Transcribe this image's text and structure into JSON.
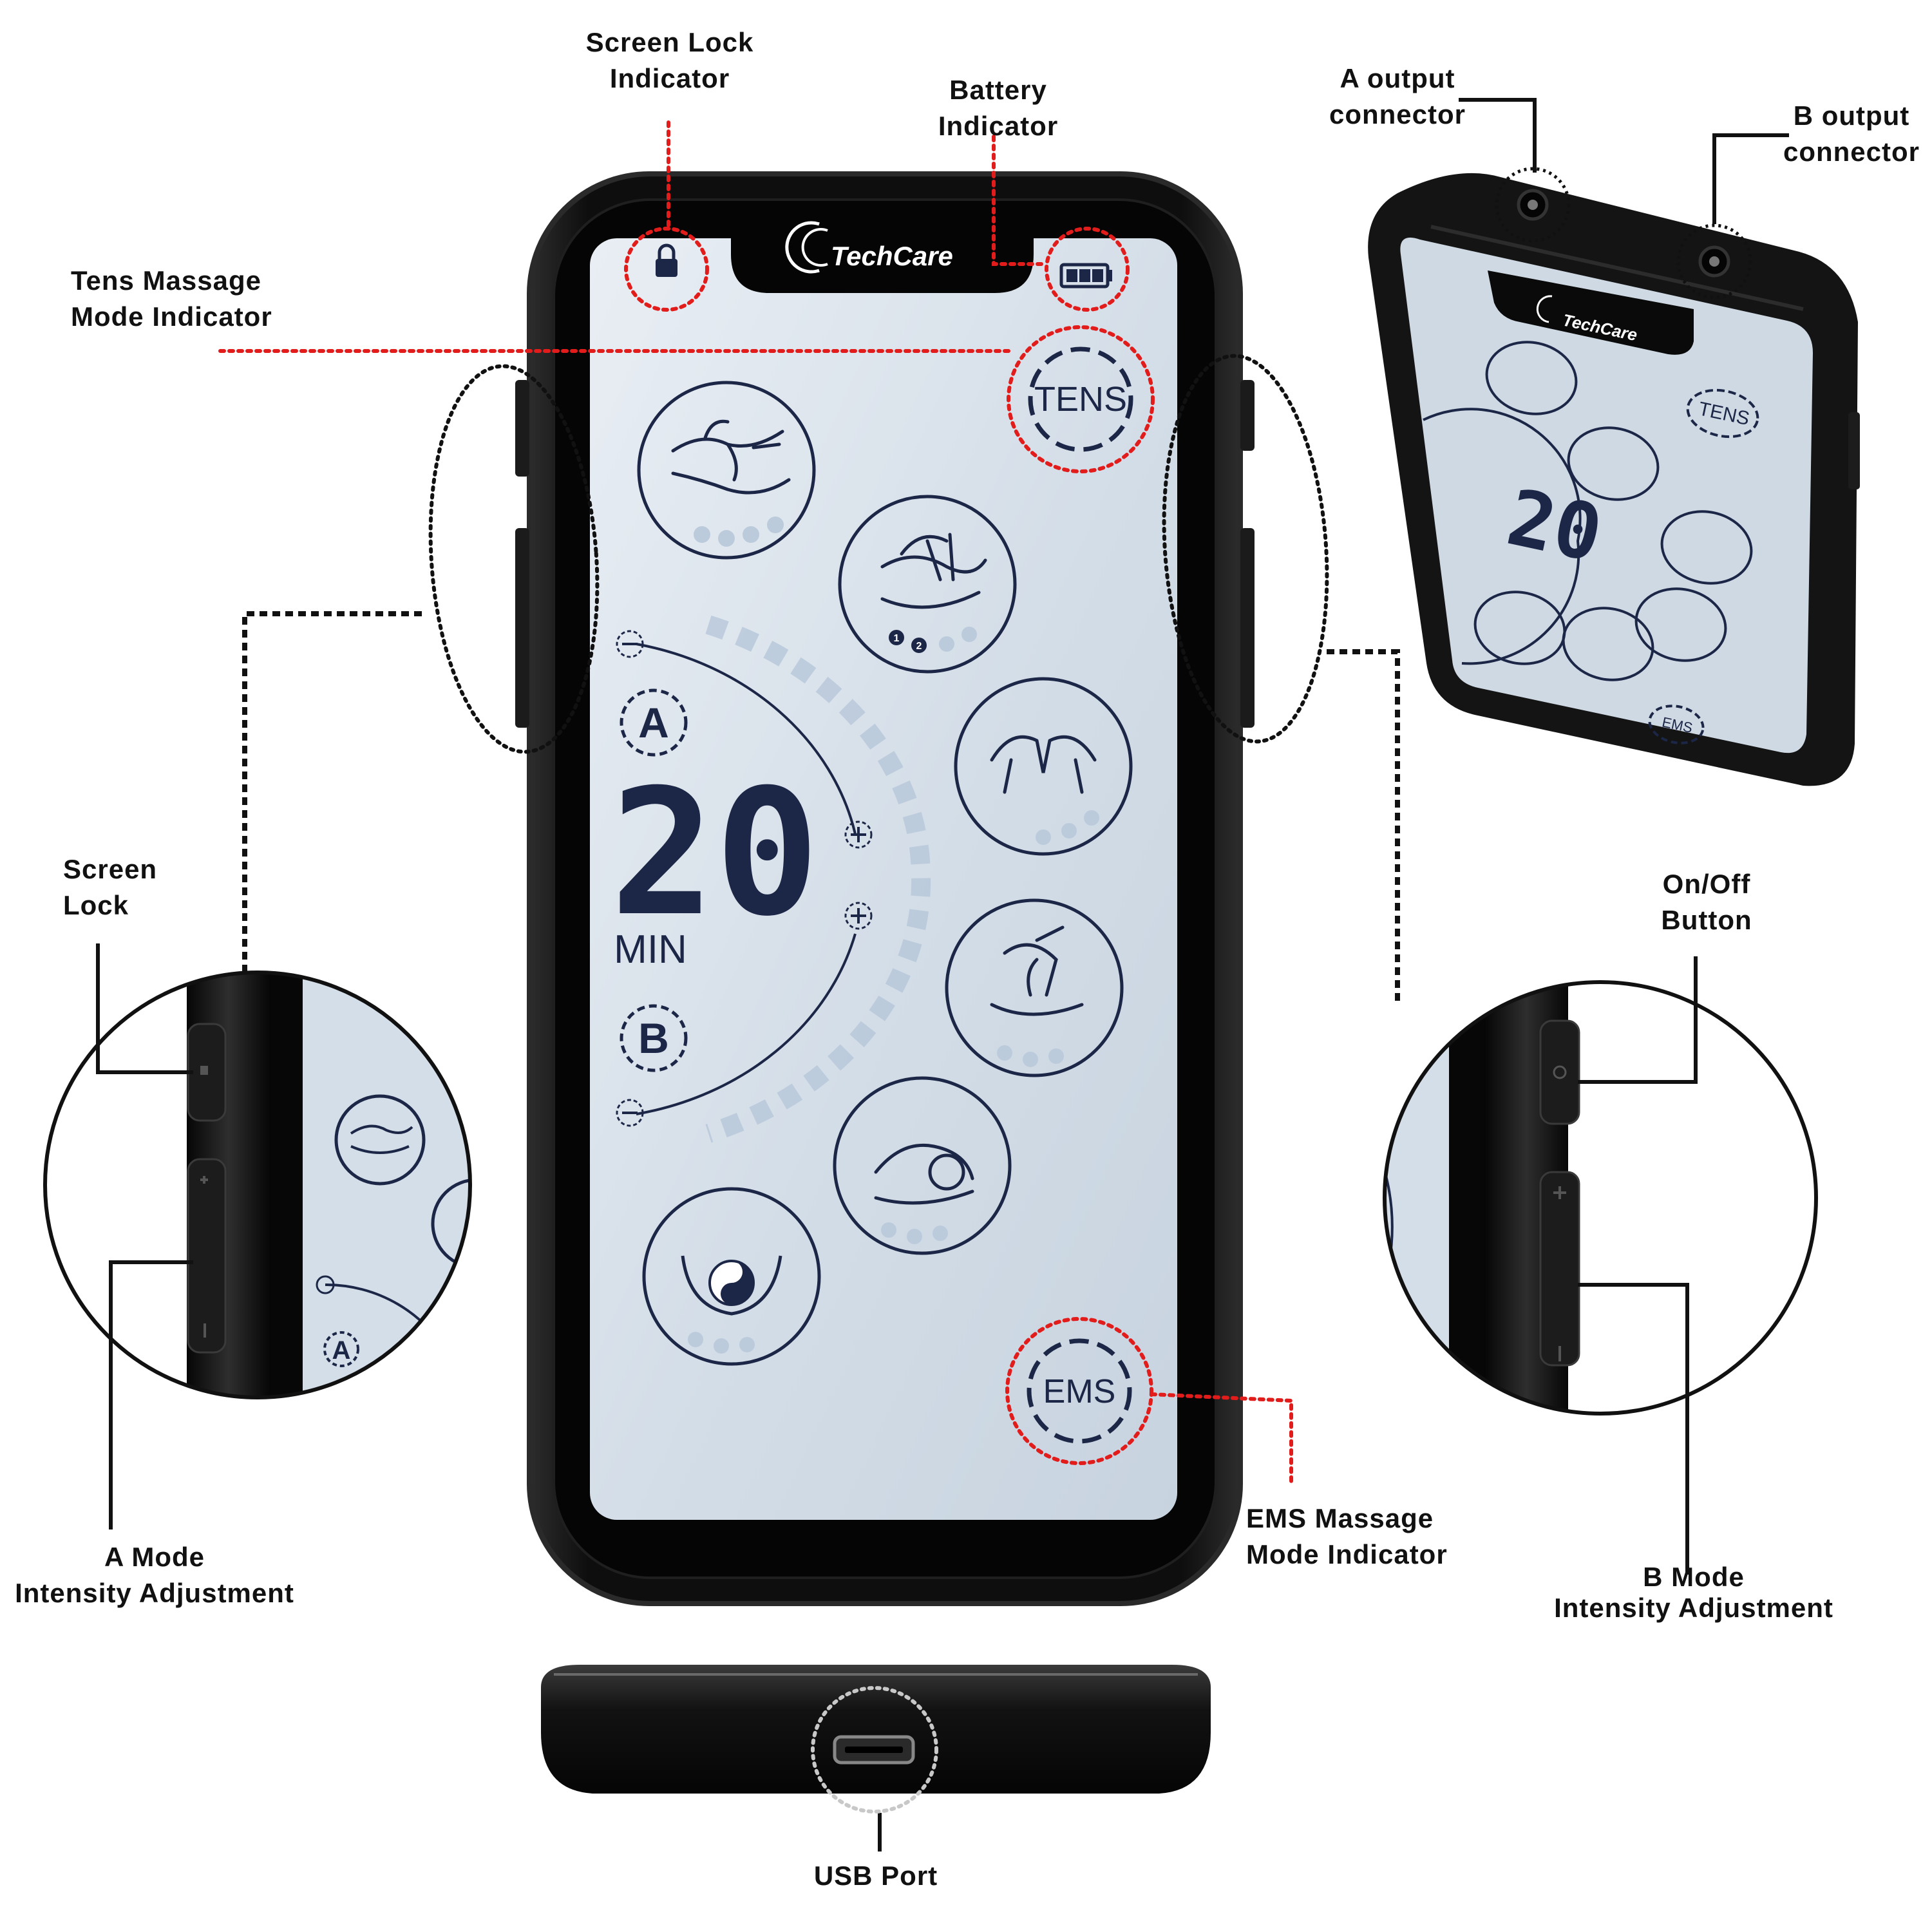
{
  "callouts": {
    "screen_lock_indicator": [
      "Screen Lock",
      "Indicator"
    ],
    "battery_indicator": [
      "Battery",
      "Indicator"
    ],
    "tens_mode_indicator": [
      "Tens Massage",
      "Mode Indicator"
    ],
    "a_output_connector": [
      "A output",
      "connector"
    ],
    "b_output_connector": [
      "B output",
      "connector"
    ],
    "screen_lock": [
      "Screen",
      "Lock"
    ],
    "a_mode_intensity": [
      "A Mode",
      "Intensity Adjustment"
    ],
    "on_off_button": [
      "On/Off",
      "Button"
    ],
    "b_mode_intensity": [
      "B Mode",
      "Intensity Adjustment"
    ],
    "ems_mode_indicator": [
      "EMS Massage",
      "Mode Indicator"
    ],
    "usb_port": "USB Port"
  },
  "device": {
    "brand": "TechCare",
    "timer_value": "20",
    "timer_unit": "MIN",
    "channel_a": "A",
    "channel_b": "B",
    "tens_label": "TENS",
    "ems_label": "EMS",
    "badge_1": "1",
    "badge_2": "2"
  },
  "colors": {
    "device_body": "#141414",
    "screen": "#d6e0ea",
    "icon_stroke": "#1c2647",
    "highlight_red": "#e21b1b",
    "leader_black": "#111111"
  },
  "icons": [
    "lock-icon",
    "battery-icon",
    "hand-massage-icon",
    "acupuncture-icon",
    "pinch-icon",
    "knead-icon",
    "cupping-icon",
    "yin-yang-icon",
    "plus-icon",
    "minus-icon",
    "usb-port-icon"
  ]
}
